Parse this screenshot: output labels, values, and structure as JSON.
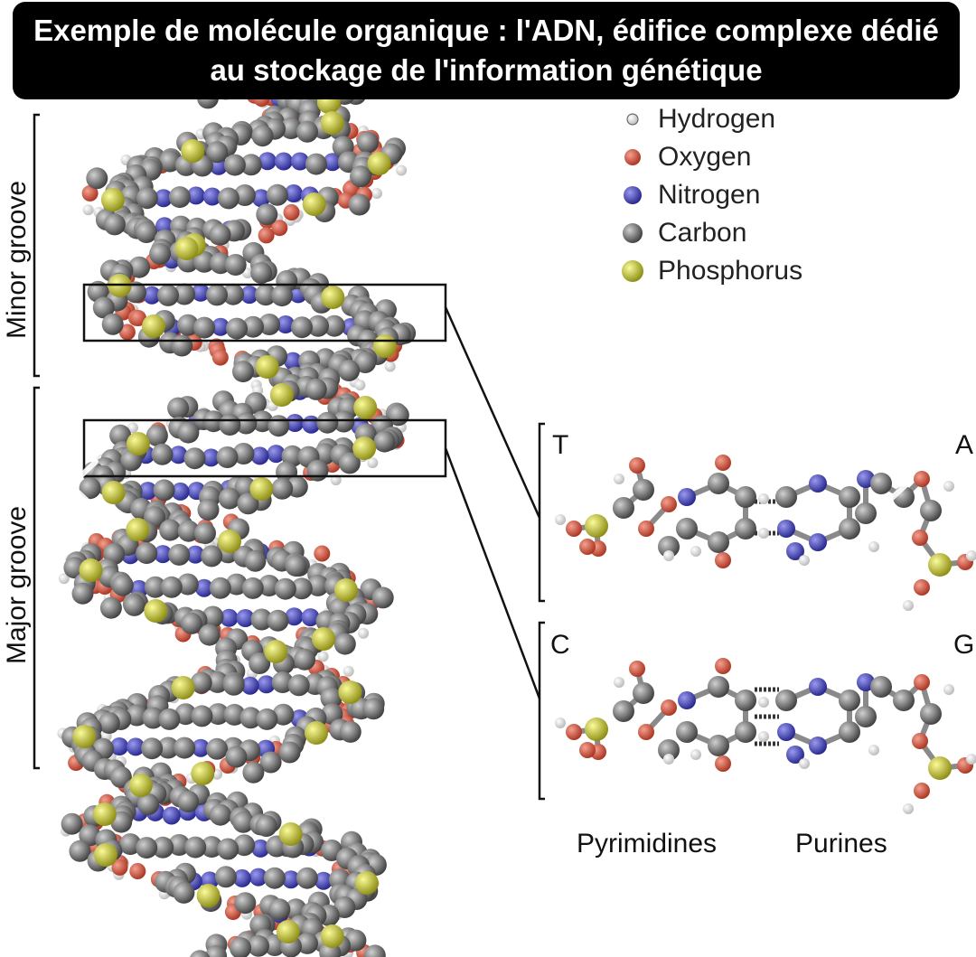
{
  "caption": {
    "line1": "Exemple de molécule organique : l'ADN, édifice complexe dédié",
    "line2": "au stockage de l'information génétique"
  },
  "navigation": {
    "prev_icon": "chevron-left-icon",
    "next_icon": "chevron-right-icon"
  },
  "legend": {
    "items": [
      {
        "label": "Hydrogen",
        "color": "#f2f2f2"
      },
      {
        "label": "Oxygen",
        "color": "#d9604a"
      },
      {
        "label": "Nitrogen",
        "color": "#4a4acb"
      },
      {
        "label": "Carbon",
        "color": "#7a7a7a"
      },
      {
        "label": "Phosphorus",
        "color": "#dcdc3c"
      }
    ]
  },
  "grooves": {
    "minor": "Minor groove",
    "major": "Major groove"
  },
  "base_pairs": {
    "top_left": "T",
    "top_right": "A",
    "bottom_left": "C",
    "bottom_right": "G"
  },
  "families": {
    "pyrimidines": "Pyrimidines",
    "purines": "Purines"
  }
}
